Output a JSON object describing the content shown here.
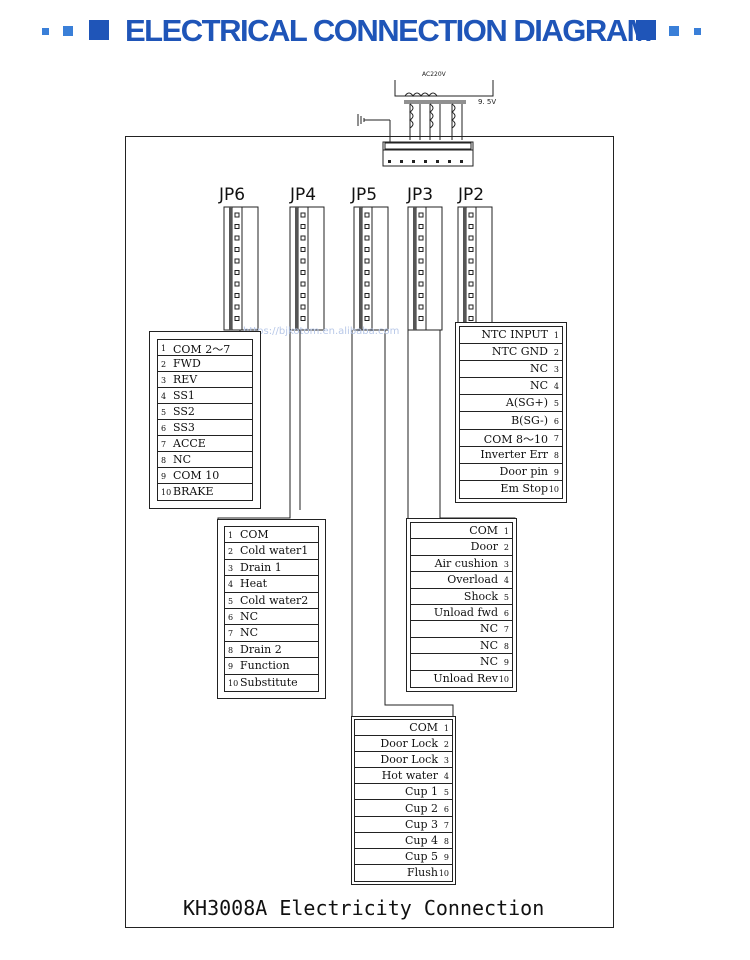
{
  "header": {
    "title": "ELECTRICAL CONNECTION DIAGRAM",
    "accent_color": "#1f55b8",
    "square_color": "#3a7fd8"
  },
  "transformer": {
    "primary_label": "AC220V",
    "secondary_label": "9. 5V"
  },
  "connectors": [
    "JP6",
    "JP4",
    "JP5",
    "JP3",
    "JP2"
  ],
  "tables": {
    "jp6": [
      {
        "num": "1",
        "label": "COM 2～7"
      },
      {
        "num": "2",
        "label": "FWD"
      },
      {
        "num": "3",
        "label": "REV"
      },
      {
        "num": "4",
        "label": "SS1"
      },
      {
        "num": "5",
        "label": "SS2"
      },
      {
        "num": "6",
        "label": "SS3"
      },
      {
        "num": "7",
        "label": "ACCE"
      },
      {
        "num": "8",
        "label": "NC"
      },
      {
        "num": "9",
        "label": "COM 10"
      },
      {
        "num": "10",
        "label": "BRAKE"
      }
    ],
    "jp4": [
      {
        "num": "1",
        "label": "COM"
      },
      {
        "num": "2",
        "label": "Cold water1"
      },
      {
        "num": "3",
        "label": "Drain 1"
      },
      {
        "num": "4",
        "label": "Heat"
      },
      {
        "num": "5",
        "label": "Cold water2"
      },
      {
        "num": "6",
        "label": "NC"
      },
      {
        "num": "7",
        "label": "NC"
      },
      {
        "num": "8",
        "label": "Drain 2"
      },
      {
        "num": "9",
        "label": "Function"
      },
      {
        "num": "10",
        "label": "Substitute"
      }
    ],
    "jp2": [
      {
        "num": "1",
        "label": "NTC INPUT"
      },
      {
        "num": "2",
        "label": "NTC GND"
      },
      {
        "num": "3",
        "label": "NC"
      },
      {
        "num": "4",
        "label": "NC"
      },
      {
        "num": "5",
        "label": "A(SG+)"
      },
      {
        "num": "6",
        "label": "B(SG-)"
      },
      {
        "num": "7",
        "label": "COM 8～10"
      },
      {
        "num": "8",
        "label": "Inverter Err"
      },
      {
        "num": "9",
        "label": "Door pin"
      },
      {
        "num": "10",
        "label": "Em Stop"
      }
    ],
    "jp3": [
      {
        "num": "1",
        "label": "COM"
      },
      {
        "num": "2",
        "label": "Door"
      },
      {
        "num": "3",
        "label": "Air cushion"
      },
      {
        "num": "4",
        "label": "Overload"
      },
      {
        "num": "5",
        "label": "Shock"
      },
      {
        "num": "6",
        "label": "Unload fwd"
      },
      {
        "num": "7",
        "label": "NC"
      },
      {
        "num": "8",
        "label": "NC"
      },
      {
        "num": "9",
        "label": "NC"
      },
      {
        "num": "10",
        "label": "Unload Rev"
      }
    ],
    "jp5": [
      {
        "num": "1",
        "label": "COM"
      },
      {
        "num": "2",
        "label": "Door Lock"
      },
      {
        "num": "3",
        "label": "Door Lock"
      },
      {
        "num": "4",
        "label": "Hot water"
      },
      {
        "num": "5",
        "label": "Cup 1"
      },
      {
        "num": "6",
        "label": "Cup 2"
      },
      {
        "num": "7",
        "label": "Cup 3"
      },
      {
        "num": "8",
        "label": "Cup 4"
      },
      {
        "num": "9",
        "label": "Cup 5"
      },
      {
        "num": "10",
        "label": "Flush"
      }
    ]
  },
  "footer": {
    "title": "KH3008A Electricity Connection"
  },
  "watermark": "https://bjkotom.en.alibaba.com"
}
